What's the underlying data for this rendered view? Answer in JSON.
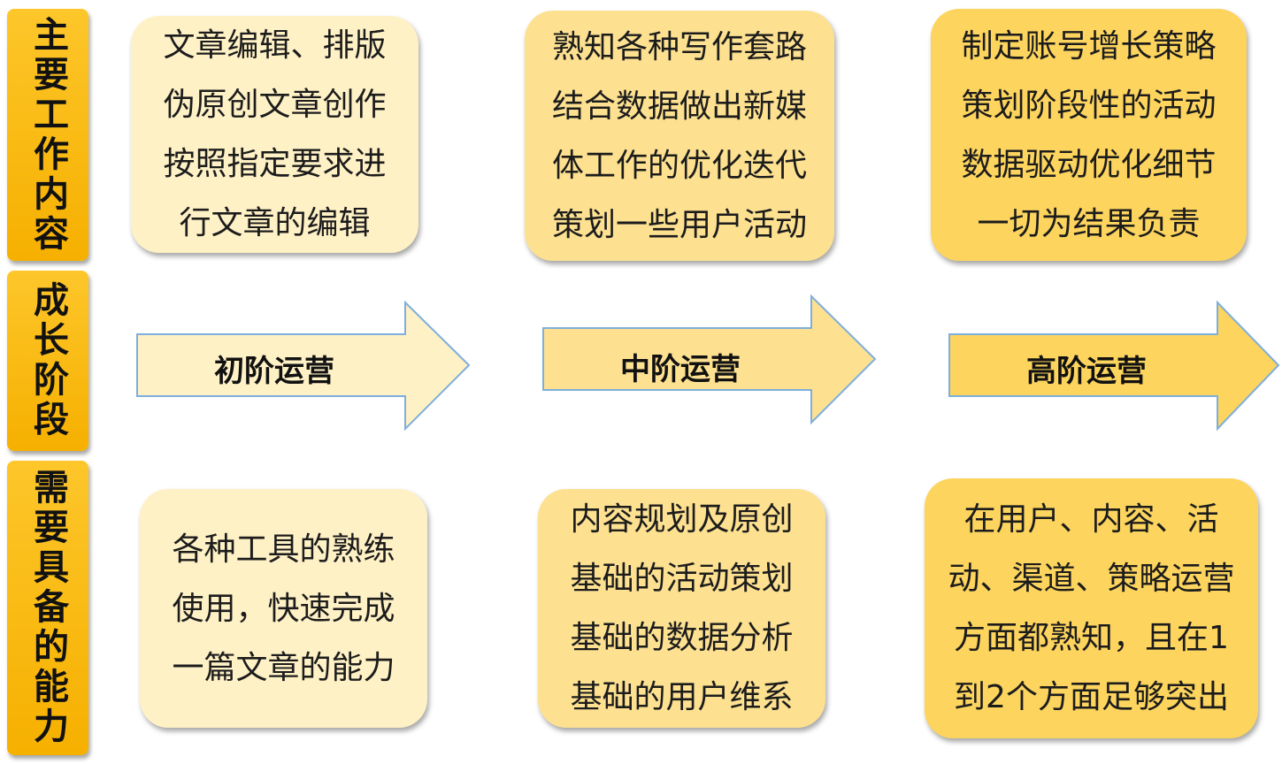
{
  "rows": {
    "main_work": "主要工作内容",
    "growth_stage": "成长阶段",
    "abilities": "需要具备的能力"
  },
  "stages": [
    {
      "label": "初阶运营",
      "work": [
        "文章编辑、排版",
        "伪原创文章创作",
        "按照指定要求进",
        "行文章的编辑"
      ],
      "ability": [
        "各种工具的熟练",
        "使用，快速完成",
        "一篇文章的能力"
      ]
    },
    {
      "label": "中阶运营",
      "work": [
        "熟知各种写作套路",
        "结合数据做出新媒",
        "体工作的优化迭代",
        "策划一些用户活动"
      ],
      "ability": [
        "内容规划及原创",
        "基础的活动策划",
        "基础的数据分析",
        "基础的用户维系"
      ]
    },
    {
      "label": "高阶运营",
      "work": [
        "制定账号增长策略",
        "策划阶段性的活动",
        "数据驱动优化细节",
        "一切为结果负责"
      ],
      "ability": [
        "在用户、内容、活",
        "动、渠道、策略运营",
        "方面都熟知，且在1",
        "到2个方面足够突出"
      ]
    }
  ],
  "colors": {
    "side_label": "#fdc62a",
    "stage1_fill": "#fff1c6",
    "stage2_fill": "#fde191",
    "stage3_fill": "#fcd45e",
    "arrow_stroke": "#7eaedc"
  }
}
